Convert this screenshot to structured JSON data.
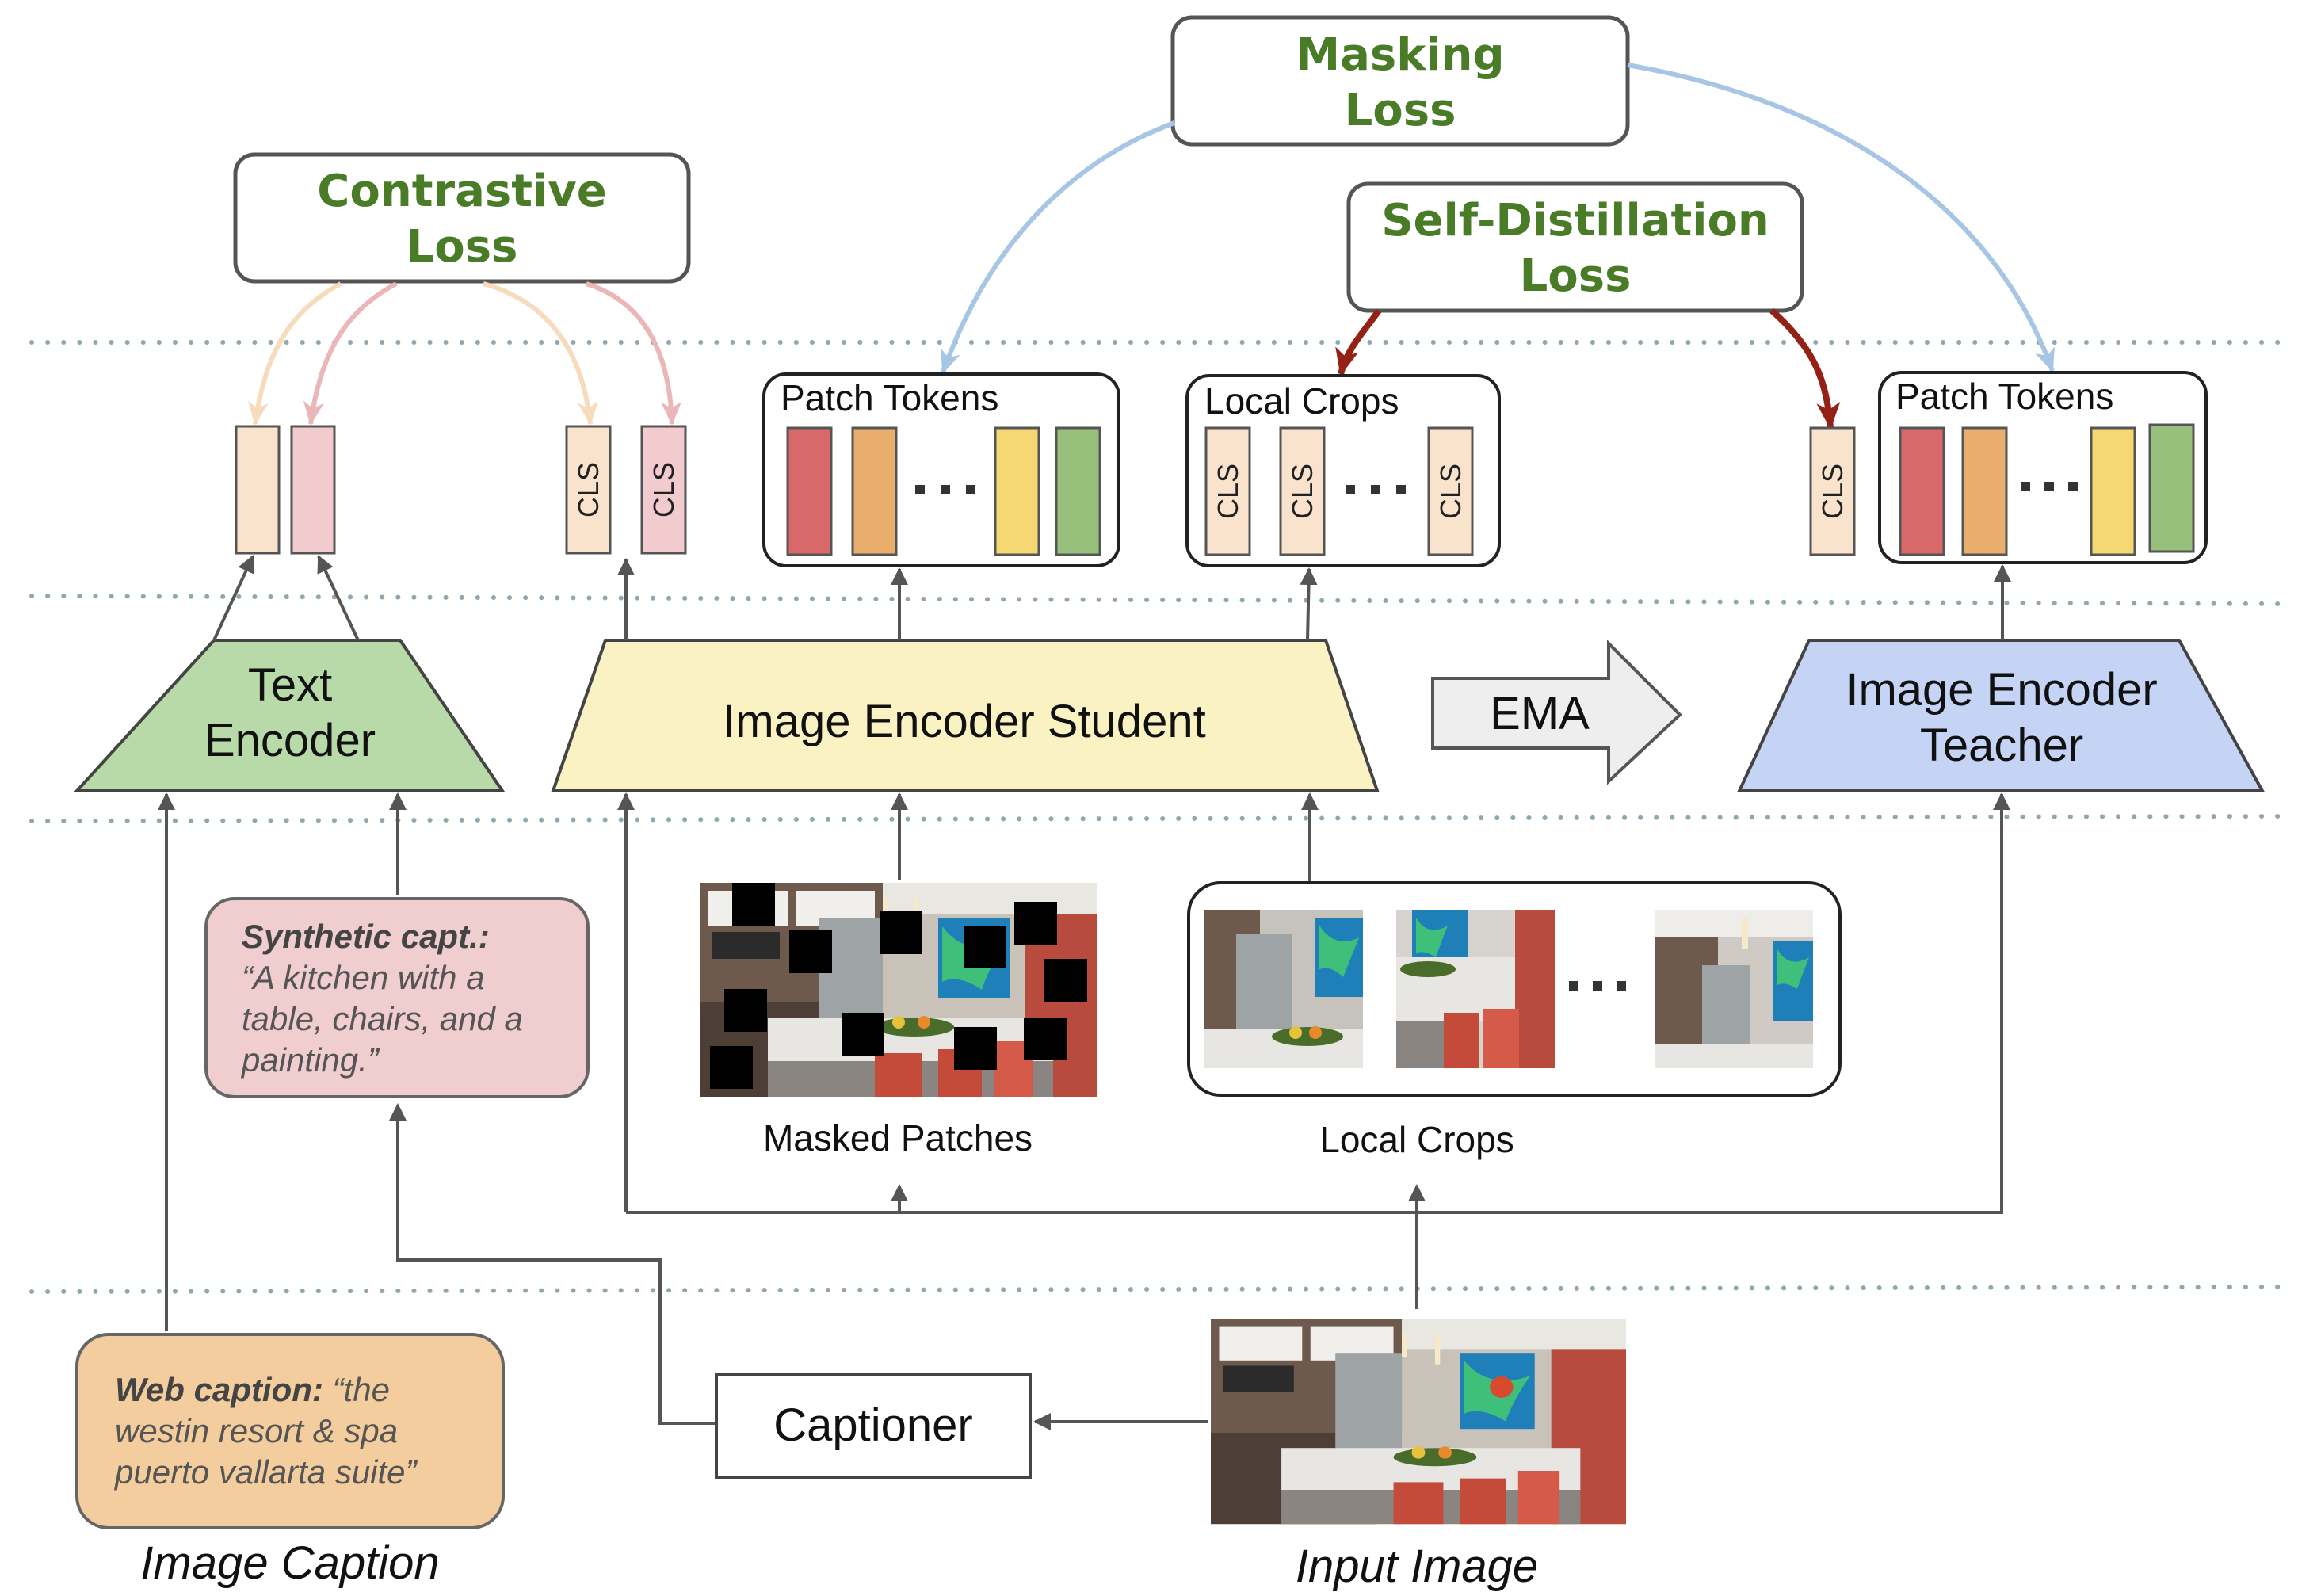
{
  "losses": {
    "masking": [
      "Masking",
      "Loss"
    ],
    "contrastive": [
      "Contrastive",
      "Loss"
    ],
    "self_distillation": [
      "Self-Distillation",
      "Loss"
    ]
  },
  "groups": {
    "patch_tokens": "Patch Tokens",
    "local_crops": "Local Crops"
  },
  "token_label": "CLS",
  "encoders": {
    "text": [
      "Text",
      "Encoder"
    ],
    "student": "Image Encoder Student",
    "teacher": [
      "Image Encoder",
      "Teacher"
    ],
    "ema": "EMA"
  },
  "captions": {
    "synthetic_label": "Synthetic capt.:",
    "synthetic_lines": [
      "“A kitchen with a",
      "table, chairs, and a",
      "painting.”"
    ],
    "web_label": "Web caption:",
    "web_first": " “the",
    "web_lines": [
      "westin resort & spa",
      "puerto vallarta suite”"
    ]
  },
  "labels": {
    "masked_patches": "Masked Patches",
    "local_crops": "Local Crops",
    "captioner": "Captioner",
    "image_caption": "Image Caption",
    "input_image": "Input Image"
  },
  "ellipsis": "…",
  "colors": {
    "loss_text": "#4a7c28",
    "text_encoder": "#b8d9a8",
    "student_encoder": "#fbf2c4",
    "teacher_encoder": "#c5d3f5",
    "ema_arrow": "#eeeeee",
    "synthetic_caption": "#f0cdcf",
    "web_caption": "#f4cd9e",
    "token_peach": "#f9e3cd",
    "token_pink": "#f1cbcd",
    "token_red": "#d9686a",
    "token_orange": "#e9ad6c",
    "token_yellow": "#f6d873",
    "token_green": "#96c07c",
    "masking_arrow": "#a7c6e6",
    "distill_arrow": "#952116",
    "dotted_line": "#8fa7b3"
  }
}
